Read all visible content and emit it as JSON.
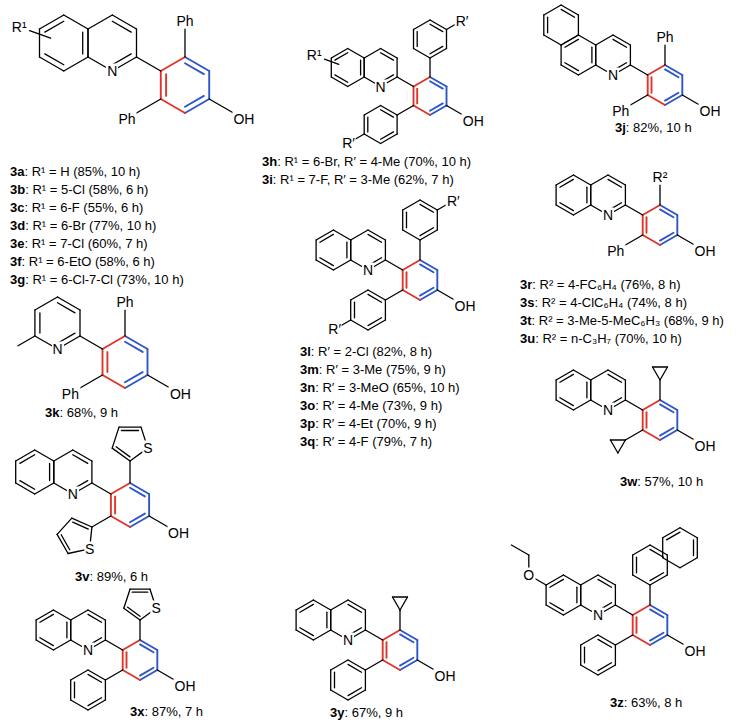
{
  "diagram": {
    "labels": [
      "R¹",
      "N",
      "Ph",
      "Ph",
      "OH",
      "3a",
      ": R¹ = H (85%, 10 h)",
      "3b",
      ": R¹ = 5-Cl (58%, 6 h)",
      "3c",
      ": R¹ = 6-F (55%, 6 h)",
      "3d",
      ": R¹ = 6-Br (77%, 10 h)",
      "3e",
      ": R¹ = 7-Cl (60%, 7 h)",
      "3f",
      ": R¹ = 6-EtO (58%, 6 h)",
      "3g",
      ": R¹ = 6-Cl-7-Cl (73%, 10 h)",
      "R′",
      "R¹",
      "N",
      "R′",
      "OH",
      "3h",
      ": R¹ = 6-Br, R′ = 4-Me (70%, 10 h)",
      "3i",
      ": R¹ = 7-F, R′ = 3-Me (62%, 7 h)",
      "N",
      "Ph",
      "Ph",
      "OH",
      "3j",
      ": 82%, 10 h",
      "N",
      "Ph",
      "Ph",
      "OH",
      "3k",
      ": 68%, 9 h",
      "R′",
      "N",
      "R′",
      "OH",
      "3l",
      ": R′ = 2-Cl (82%, 8 h)",
      "3m",
      ": R′ = 3-Me (75%, 9 h)",
      "3n",
      ": R′ = 3-MeO (65%, 10 h)",
      "3o",
      ": R′ = 4-Me (73%, 9 h)",
      "3p",
      ": R′ = 4-Et (70%, 9 h)",
      "3q",
      ": R′ = 4-F (79%, 7 h)",
      "R²",
      "N",
      "Ph",
      "OH",
      "3r",
      ": R² = 4-FC₆H₄ (76%, 8 h)",
      "3s",
      ": R² = 4-ClC₆H₄ (74%, 8 h)",
      "3t",
      ": R² = 3-Me-5-MeC₆H₃ (68%, 9 h)",
      "3u",
      ": R² = n-C₃H₇ (70%, 10 h)",
      "N",
      "S",
      "S",
      "OH",
      "3v",
      ": 89%, 6 h",
      "N",
      "OH",
      "3w",
      ": 57%, 10 h",
      "N",
      "S",
      "OH",
      "3x",
      ": 87%, 7 h",
      "N",
      "OH",
      "3y",
      ": 67%, 9 h",
      "O",
      "N",
      "OH",
      "3z",
      ": 63%, 8 h"
    ]
  }
}
